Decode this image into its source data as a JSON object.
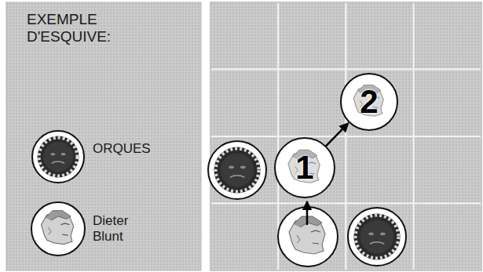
{
  "diagram": {
    "title": "EXEMPLE D'ESQUIVE:",
    "nodes": [
      {
        "text": [
          "1"
        ]
      },
      {
        "text": [
          "2"
        ]
      }
    ],
    "edges": [
      {
        "from": 0,
        "to": 1,
        "arrow": "to"
      }
    ],
    "legend": [
      {
        "text": "ORQUES"
      },
      {
        "text": "Dieter Blunt"
      }
    ]
  }
}
